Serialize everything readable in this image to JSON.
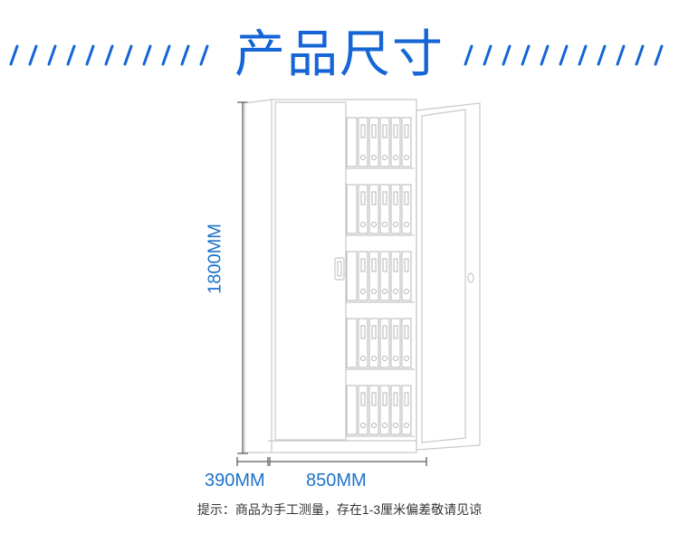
{
  "title": "产品尺寸",
  "dimensions": {
    "height": "1800MM",
    "depth": "390MM",
    "width": "850MM"
  },
  "note": "提示：商品为手工测量，存在1-3厘米偏差敬请见谅",
  "colors": {
    "accent": "#1565d6",
    "label": "#1e73c8",
    "outline": "#c8c8c8"
  }
}
